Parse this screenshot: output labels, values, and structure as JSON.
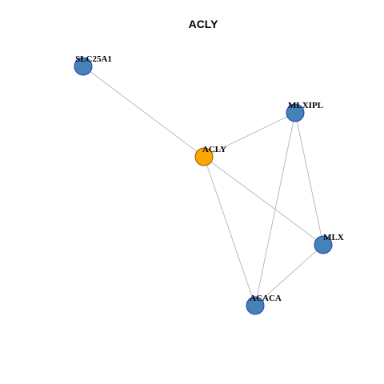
{
  "title": "ACLY",
  "colors": {
    "edge": "#b3b3b3",
    "node_fill": "#4682b4",
    "node_stroke": "#1f3fbf",
    "focus_fill": "#ffa500",
    "focus_stroke": "#8b5a00",
    "background": "#ffffff"
  },
  "nodes": [
    {
      "id": "SLC25A1",
      "label": "SLC25A1",
      "focus": false
    },
    {
      "id": "MLXIPL",
      "label": "MLXIPL",
      "focus": false
    },
    {
      "id": "ACLY",
      "label": "ACLY",
      "focus": true
    },
    {
      "id": "MLX",
      "label": "MLX",
      "focus": false
    },
    {
      "id": "ACACA",
      "label": "ACACA",
      "focus": false
    }
  ],
  "edges": [
    [
      "SLC25A1",
      "ACLY"
    ],
    [
      "ACLY",
      "MLXIPL"
    ],
    [
      "ACLY",
      "MLX"
    ],
    [
      "ACLY",
      "ACACA"
    ],
    [
      "MLXIPL",
      "MLX"
    ],
    [
      "MLXIPL",
      "ACACA"
    ],
    [
      "MLX",
      "ACACA"
    ]
  ]
}
